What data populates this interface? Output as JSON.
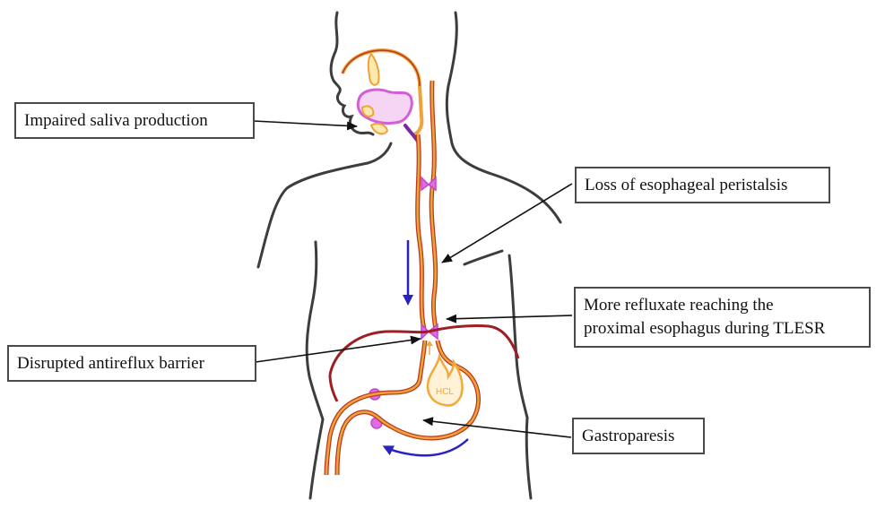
{
  "labels": {
    "saliva": "Impaired saliva production",
    "peristalsis": "Loss of esophageal peristalsis",
    "refluxate_line1": "More refluxate reaching the",
    "refluxate_line2": "proximal esophagus during TLESR",
    "antireflux": "Disrupted antireflux barrier",
    "gastroparesis": "Gastroparesis"
  },
  "stomach_text": "HCL",
  "colors": {
    "outline": "#3d3d3d",
    "tract_inner": "#f0a23a",
    "tract_outer": "#b8391f",
    "diaphragm": "#9e1e22",
    "sphincter": "#e06ae6",
    "flow_arrow": "#2a23c4",
    "acid": "#f2a93b",
    "pointer": "#111111"
  }
}
